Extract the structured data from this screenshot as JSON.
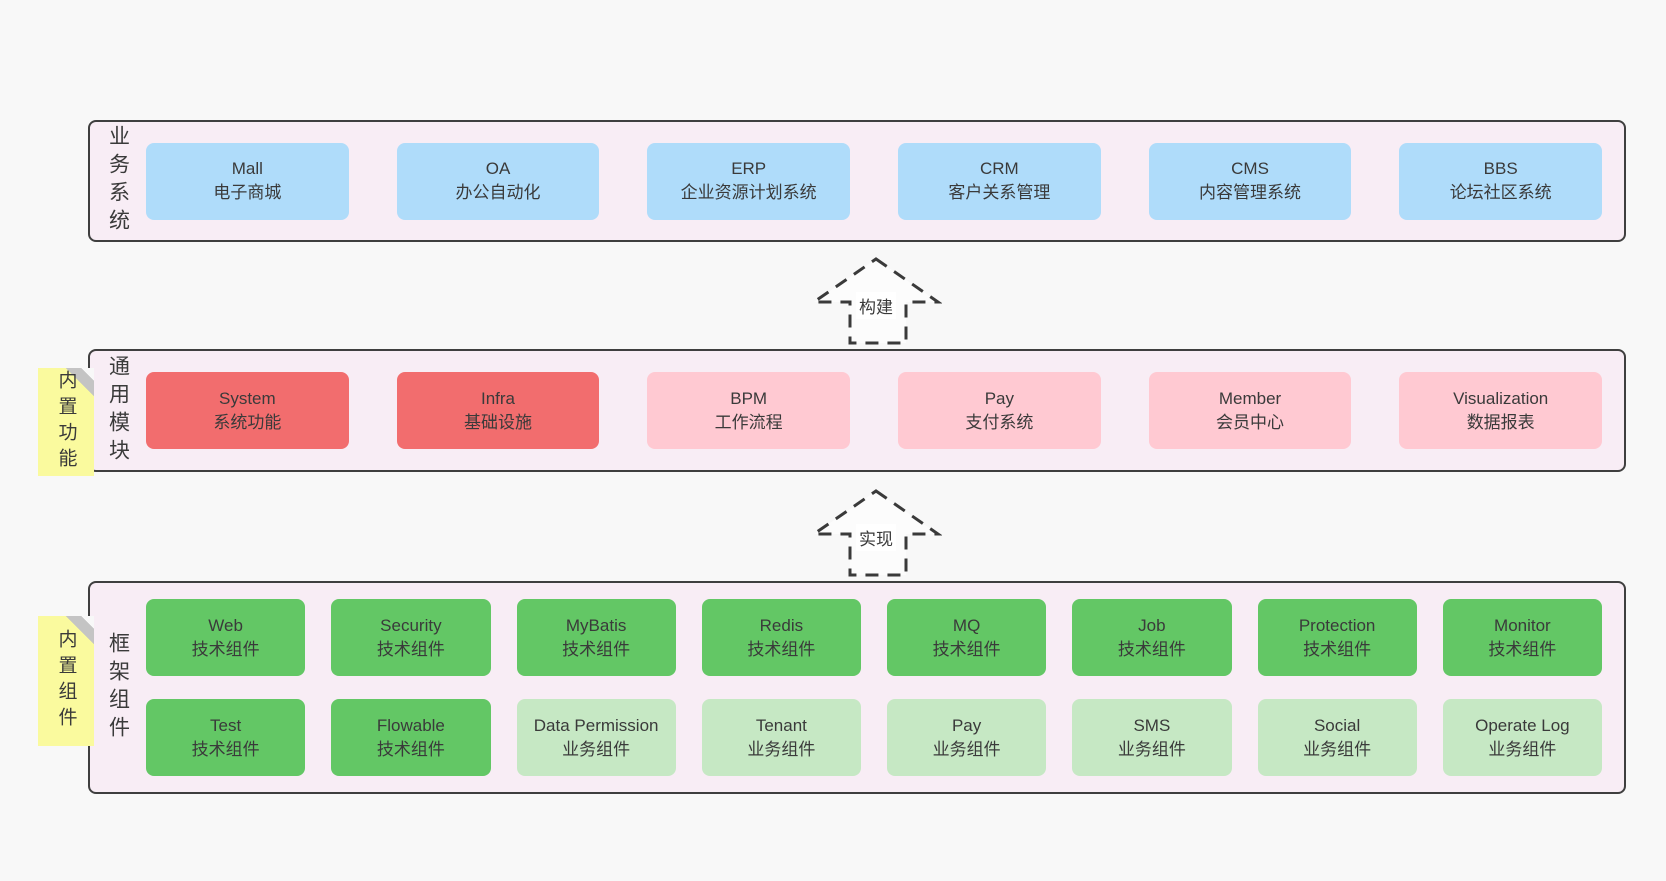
{
  "colors": {
    "page_bg": "#f8f8f8",
    "panel_bg": "#f8edf5",
    "panel_border": "#3f3f3f",
    "box_blue": "#afdcfa",
    "box_red": "#f26d6e",
    "box_pink": "#ffc9d2",
    "box_green": "#63c765",
    "box_green_light": "#c6e8c4",
    "sticky_yellow": "#fafa9e",
    "sticky_fold": "#c4c4c4",
    "text": "#3a3a3a"
  },
  "arrows": [
    {
      "label": "构建"
    },
    {
      "label": "实现"
    }
  ],
  "sections": {
    "business": {
      "label": "业务系统",
      "boxes": [
        {
          "title": "Mall",
          "subtitle": "电子商城"
        },
        {
          "title": "OA",
          "subtitle": "办公自动化"
        },
        {
          "title": "ERP",
          "subtitle": "企业资源计划系统"
        },
        {
          "title": "CRM",
          "subtitle": "客户关系管理"
        },
        {
          "title": "CMS",
          "subtitle": "内容管理系统"
        },
        {
          "title": "BBS",
          "subtitle": "论坛社区系统"
        }
      ]
    },
    "modules": {
      "label": "通用模块",
      "sticky": "内置功能",
      "boxes": [
        {
          "title": "System",
          "subtitle": "系统功能"
        },
        {
          "title": "Infra",
          "subtitle": "基础设施"
        },
        {
          "title": "BPM",
          "subtitle": "工作流程"
        },
        {
          "title": "Pay",
          "subtitle": "支付系统"
        },
        {
          "title": "Member",
          "subtitle": "会员中心"
        },
        {
          "title": "Visualization",
          "subtitle": "数据报表"
        }
      ]
    },
    "components": {
      "label": "框架组件",
      "sticky": "内置组件",
      "boxes": [
        {
          "title": "Web",
          "subtitle": "技术组件"
        },
        {
          "title": "Security",
          "subtitle": "技术组件"
        },
        {
          "title": "MyBatis",
          "subtitle": "技术组件"
        },
        {
          "title": "Redis",
          "subtitle": "技术组件"
        },
        {
          "title": "MQ",
          "subtitle": "技术组件"
        },
        {
          "title": "Job",
          "subtitle": "技术组件"
        },
        {
          "title": "Protection",
          "subtitle": "技术组件"
        },
        {
          "title": "Monitor",
          "subtitle": "技术组件"
        },
        {
          "title": "Test",
          "subtitle": "技术组件"
        },
        {
          "title": "Flowable",
          "subtitle": "技术组件"
        },
        {
          "title": "Data Permission",
          "subtitle": "业务组件"
        },
        {
          "title": "Tenant",
          "subtitle": "业务组件"
        },
        {
          "title": "Pay",
          "subtitle": "业务组件"
        },
        {
          "title": "SMS",
          "subtitle": "业务组件"
        },
        {
          "title": "Social",
          "subtitle": "业务组件"
        },
        {
          "title": "Operate Log",
          "subtitle": "业务组件"
        }
      ]
    }
  }
}
